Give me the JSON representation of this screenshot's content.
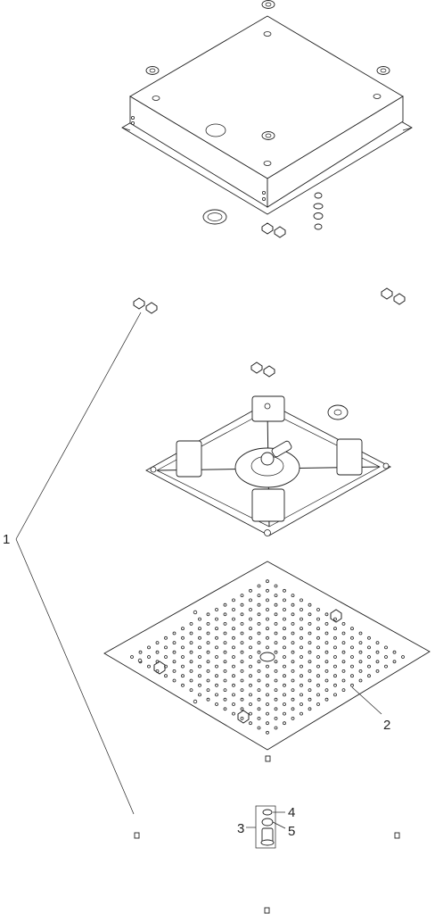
{
  "callouts": {
    "c1": "1",
    "c2": "2",
    "c3": "3",
    "c4": "4",
    "c5": "5"
  },
  "colors": {
    "line": "#222222",
    "background": "#ffffff"
  }
}
